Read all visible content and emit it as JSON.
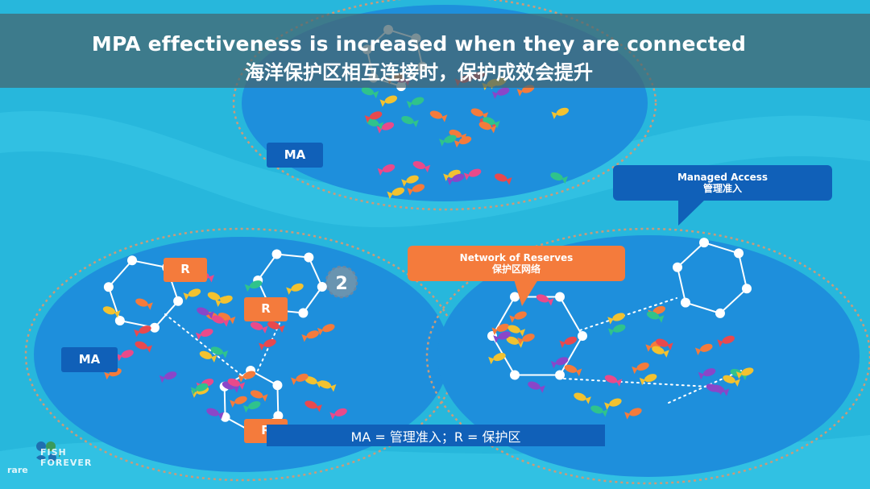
{
  "title": {
    "en": "MPA effectiveness is increased when they are connected",
    "zh": "海洋保护区相互连接时，保护成效会提升"
  },
  "labels": {
    "ma_top": "MA",
    "ma_left": "MA",
    "r_left_1": "R",
    "r_left_2": "R",
    "r_left_3": "R",
    "number_badge": "2"
  },
  "callouts": {
    "managed_access": {
      "en": "Managed Access",
      "zh": "管理准入"
    },
    "network_reserves": {
      "en": "Network of Reserves",
      "zh": "保护区网络"
    }
  },
  "caption": "MA = 管理准入；R = 保护区",
  "logo": {
    "line1": "FISH",
    "line2": "FOREVER",
    "brand": "rare"
  },
  "colors": {
    "ocean": "#27b7dc",
    "island": "#1e8fdc",
    "ma_tag": "#1060b8",
    "r_tag": "#f47b3c",
    "dashed_border": "#c99b7a"
  }
}
